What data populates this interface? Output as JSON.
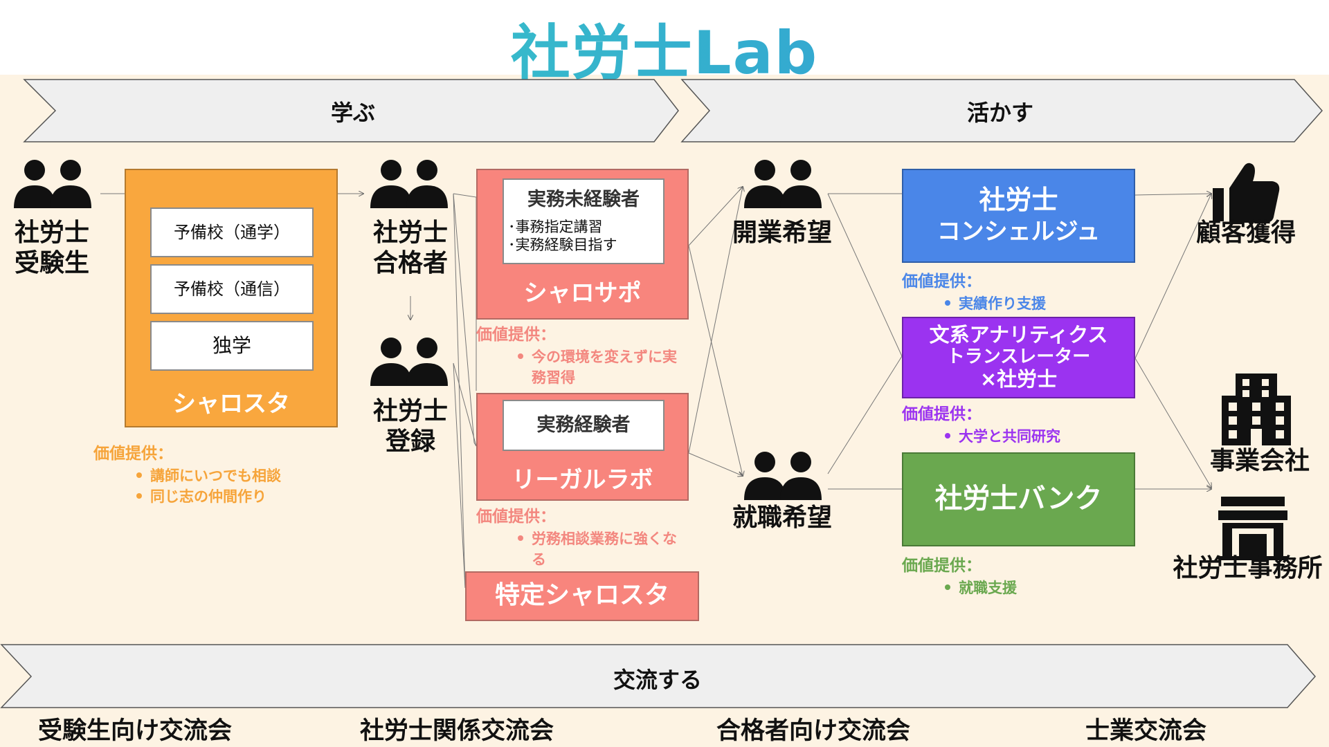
{
  "title": "社労士Lab",
  "bands": {
    "learn": "学ぶ",
    "use": "活かす",
    "exchange": "交流する"
  },
  "people": {
    "examinee": [
      "社労士",
      "受験生"
    ],
    "passer": [
      "社労士",
      "合格者"
    ],
    "registered": [
      "社労士",
      "登録"
    ],
    "open_business": "開業希望",
    "employment": "就職希望"
  },
  "sharosuta": {
    "options": [
      "予備校（通学）",
      "予備校（通信）",
      "独学"
    ],
    "label": "シャロスタ",
    "value_label": "価値提供：",
    "values": [
      "講師にいつでも相談",
      "同じ志の仲間作り"
    ]
  },
  "sharosapo": {
    "header": "実務未経験者",
    "details": [
      "･事務指定講習",
      "･実務経験目指す"
    ],
    "label": "シャロサポ",
    "value_label": "価値提供：",
    "values": [
      "今の環境を変えずに実",
      "務習得"
    ]
  },
  "legal_lab": {
    "header": "実務経験者",
    "label": "リーガルラボ",
    "value_label": "価値提供：",
    "values": [
      "労務相談業務に強くな",
      "る"
    ]
  },
  "tokutei": {
    "label": "特定シャロスタ"
  },
  "concierge": {
    "label": [
      "社労士",
      "コンシェルジュ"
    ],
    "value_label": "価値提供：",
    "values": [
      "実績作り支援"
    ]
  },
  "analytics": {
    "label": [
      "文系アナリティクス",
      "トランスレーター",
      "×社労士"
    ],
    "value_label": "価値提供：",
    "values": [
      "大学と共同研究"
    ]
  },
  "bank": {
    "label": "社労士バンク",
    "value_label": "価値提供：",
    "values": [
      "就職支援"
    ]
  },
  "outcomes": {
    "customer": "顧客獲得",
    "company": "事業会社",
    "office": "社労士事務所"
  },
  "events": [
    "受験生向け交流会",
    "社労士関係交流会",
    "合格者向け交流会",
    "士業交流会"
  ],
  "colors": {
    "orange": "#f9a73e",
    "salmon": "#f8857d",
    "salmon_text": "#f3877f",
    "blue": "#4a86e8",
    "purple": "#9b33f0",
    "green": "#6aa84f",
    "chevron": "#efefef",
    "background": "#fdf3e3"
  },
  "icons": {
    "person_pair": "people-icon",
    "thumbs": "thumbs-up-icon",
    "building": "office-building-icon",
    "store": "storefront-icon"
  }
}
